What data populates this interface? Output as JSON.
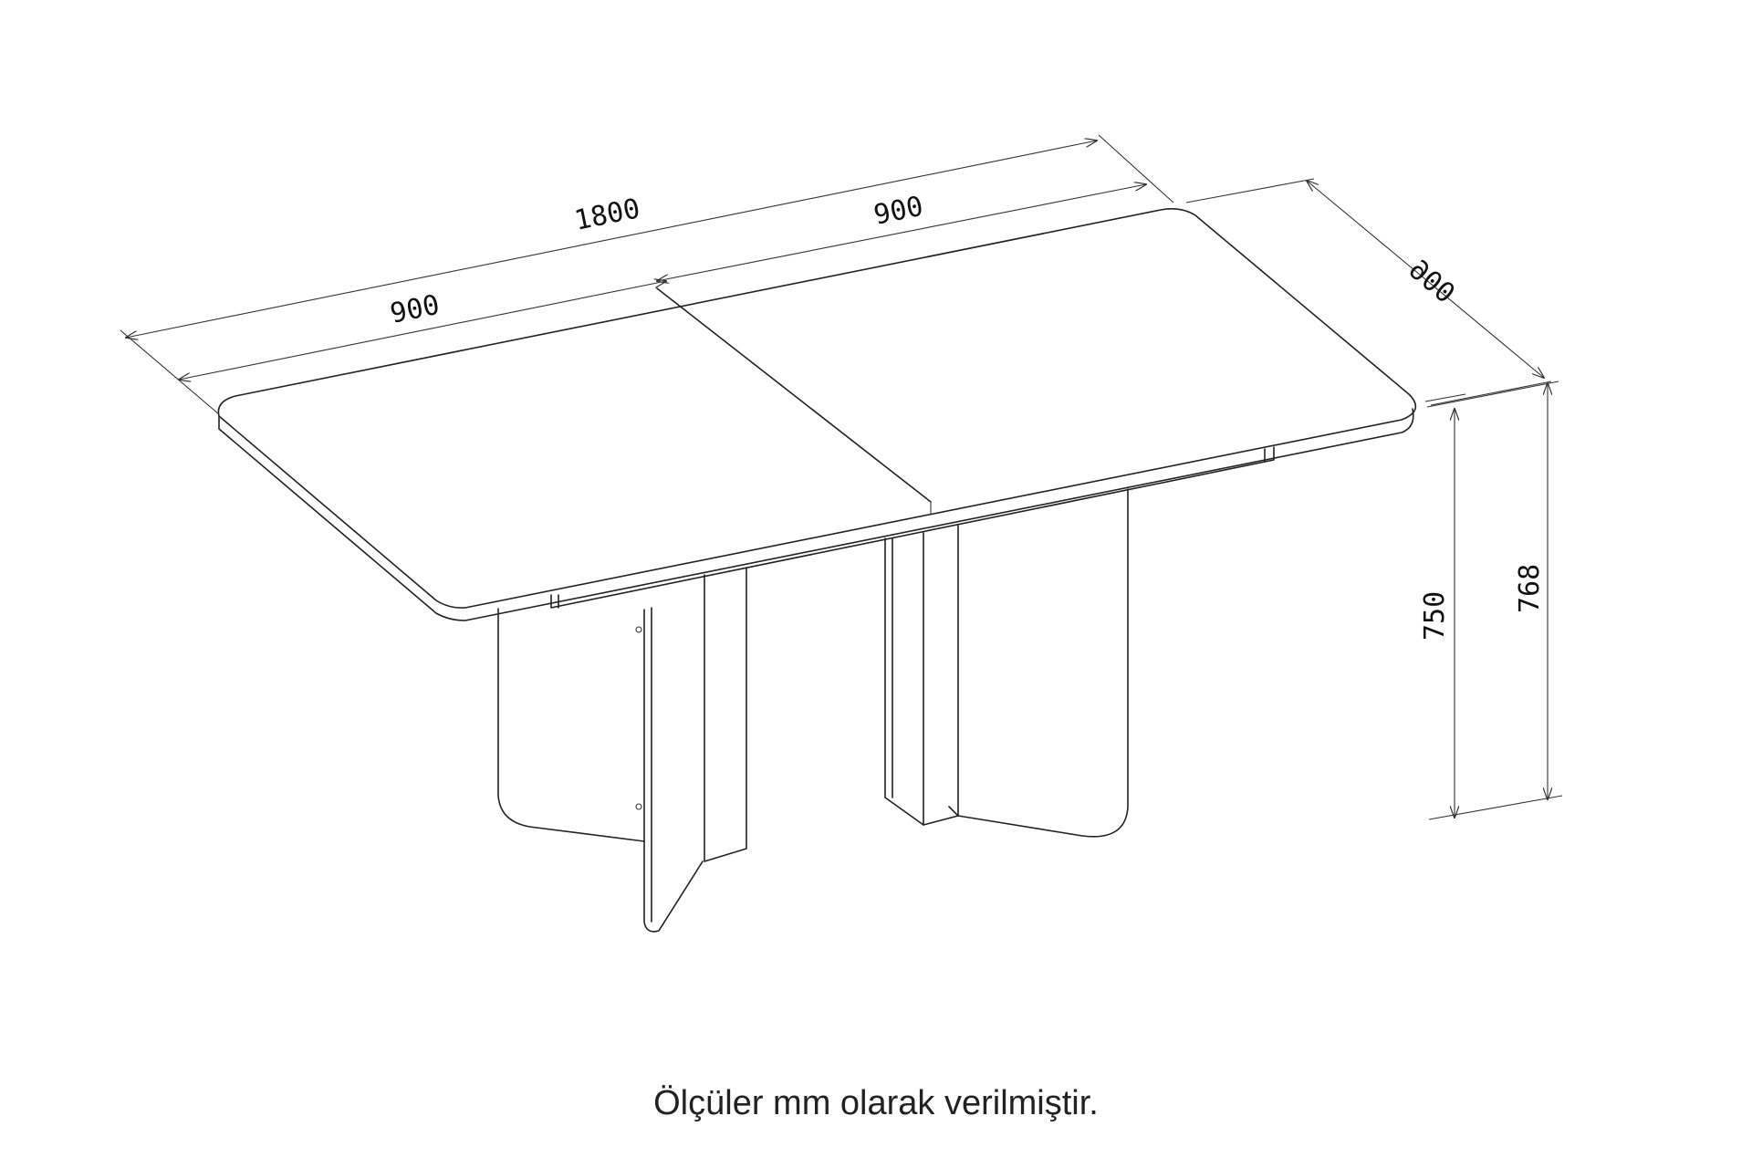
{
  "dimensions": {
    "total_length": "1800",
    "left_leaf_length": "900",
    "right_leaf_length": "900",
    "depth": "900",
    "height_frame": "750",
    "height_total": "768"
  },
  "caption": "Ölçüler mm olarak verilmiştir.",
  "colors": {
    "line": "#222222",
    "background": "#ffffff"
  }
}
